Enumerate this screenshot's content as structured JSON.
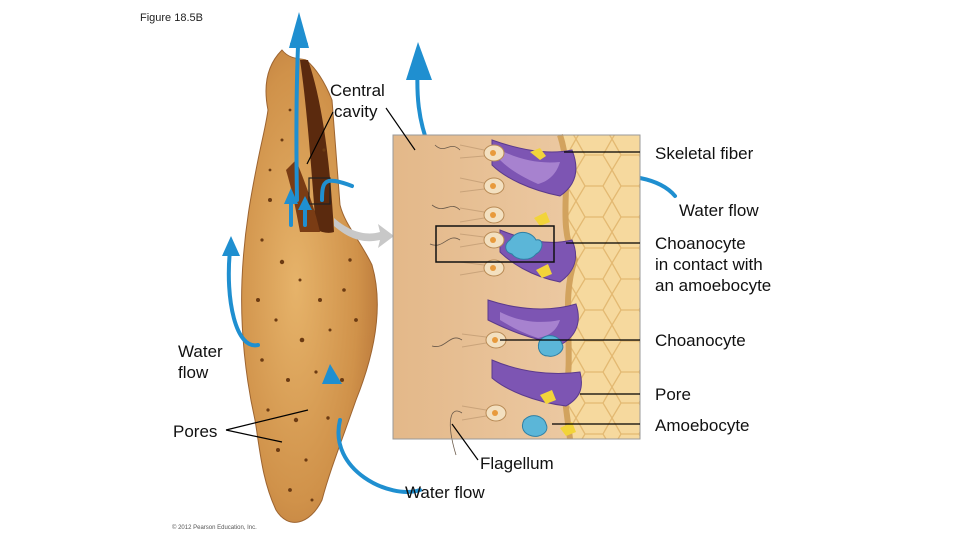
{
  "figure_label": "Figure 18.5B",
  "labels": {
    "central_cavity": [
      "Central",
      "cavity"
    ],
    "skeletal_fiber": "Skeletal fiber",
    "water_flow_right": "Water flow",
    "choanocyte_amoebocyte": [
      "Choanocyte",
      "in contact with",
      "an amoebocyte"
    ],
    "choanocyte": "Choanocyte",
    "water_flow_left": [
      "Water",
      "flow"
    ],
    "pore": "Pore",
    "pores": "Pores",
    "amoebocyte": "Amoebocyte",
    "flagellum": "Flagellum",
    "water_flow_bottom": "Water flow"
  },
  "copyright": "© 2012 Pearson Education, Inc.",
  "colors": {
    "water_arrow": "#1f8fd0",
    "sponge_body": "#d49a4f",
    "sponge_dark": "#6b3a12",
    "tissue_bg": "#e8c29a",
    "skeleton_bg": "#f4d69a",
    "choanocyte": "#7d55b3",
    "amoebocyte": "#5bb6d8",
    "leader_line": "#000000",
    "callout_arrow": "#c8c8c8"
  }
}
